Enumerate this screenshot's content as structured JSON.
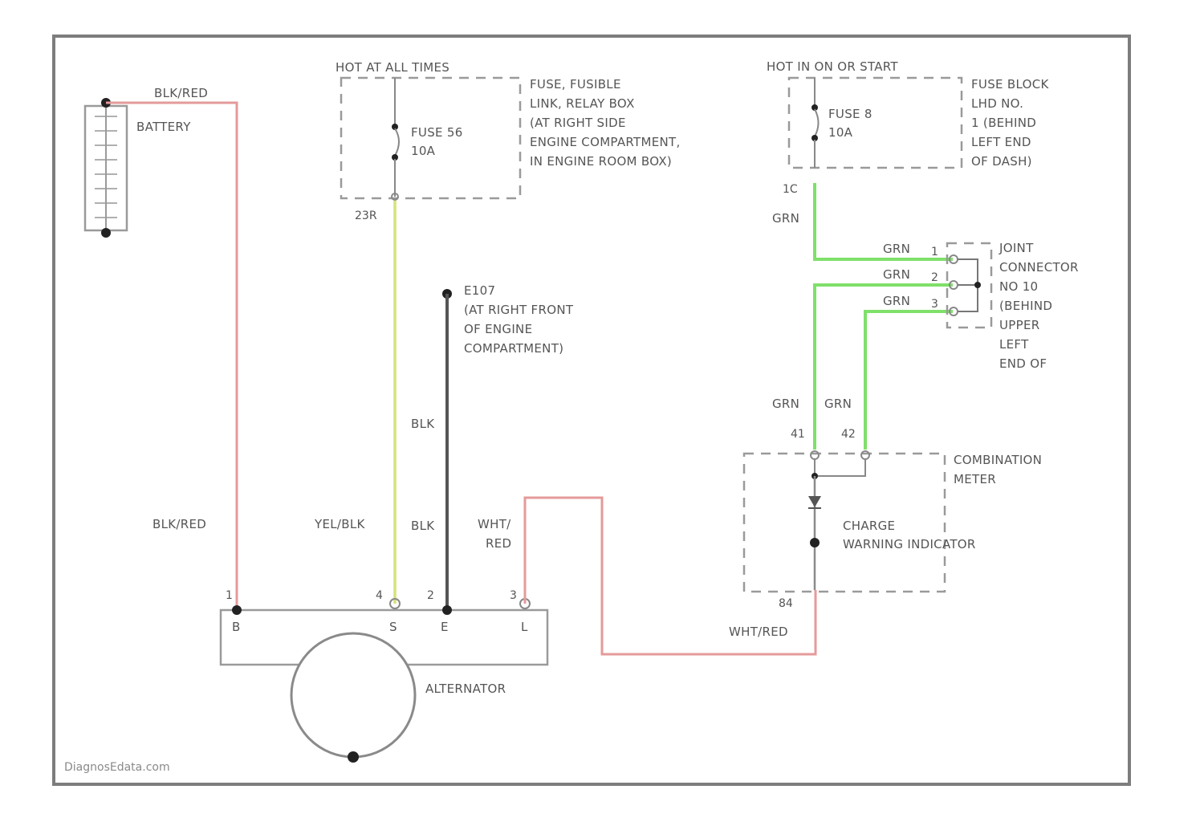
{
  "colors": {
    "wire_red": "#e59a9a",
    "wire_yellow": "#d6e27a",
    "wire_green": "#7fe06a",
    "wire_black": "#555555",
    "frame": "#7d7d7d"
  },
  "battery": {
    "label": "BATTERY",
    "wire_top": "BLK/RED",
    "wire_side": "BLK/RED"
  },
  "fuse_box_1": {
    "header": "HOT AT ALL TIMES",
    "fuse": "FUSE 56",
    "amps": "10A",
    "desc": [
      "FUSE, FUSIBLE",
      "LINK, RELAY BOX",
      "(AT RIGHT SIDE",
      "ENGINE COMPARTMENT,",
      "IN ENGINE ROOM BOX)"
    ],
    "pin": "23R"
  },
  "fuse_box_2": {
    "header": "HOT IN ON OR START",
    "fuse": "FUSE 8",
    "amps": "10A",
    "desc": [
      "FUSE BLOCK",
      "LHD NO.",
      "1 (BEHIND",
      "LEFT END",
      "OF DASH)"
    ],
    "pin": "1C"
  },
  "ground": {
    "id": "E107",
    "desc": [
      "(AT RIGHT FRONT",
      "OF ENGINE",
      "COMPARTMENT)"
    ],
    "wire_upper": "BLK",
    "wire_lower": "BLK"
  },
  "joint_connector": {
    "desc": [
      "JOINT",
      "CONNECTOR",
      "NO 10",
      "(BEHIND",
      "UPPER",
      "LEFT",
      "END OF"
    ],
    "wires": [
      "GRN",
      "GRN",
      "GRN"
    ],
    "pins": [
      "1",
      "2",
      "3"
    ],
    "feed_wire": "GRN"
  },
  "combination_meter": {
    "label": [
      "COMBINATION",
      "METER"
    ],
    "wire_left": "GRN",
    "wire_right": "GRN",
    "pin_left": "41",
    "pin_right": "42",
    "indicator": [
      "CHARGE",
      "WARNING INDICATOR"
    ],
    "pin_bottom": "84",
    "out_wire": "WHT/RED"
  },
  "alternator": {
    "label": "ALTERNATOR",
    "terminals": [
      "B",
      "S",
      "E",
      "L"
    ],
    "pin_numbers": [
      "1",
      "4",
      "2",
      "3"
    ],
    "wire_b": "BLK/RED",
    "wire_s": "YEL/BLK",
    "wire_e": "BLK",
    "wire_l": [
      "WHT/",
      "RED"
    ]
  },
  "watermark": "DiagnosEdata.com"
}
